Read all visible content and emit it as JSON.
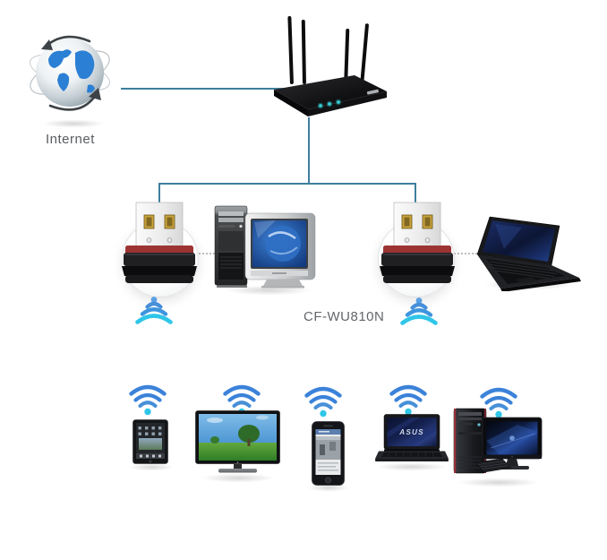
{
  "labels": {
    "internet": "Internet",
    "adapter_model": "CF-WU810N",
    "client_laptop_brand": "ASUS"
  },
  "colors": {
    "background": "#ffffff",
    "connection_line": "#3e7f9d",
    "dotted_line": "#bdbdbd",
    "wifi_arc_blue": "#3b82d9",
    "wifi_arc_light": "#478fd8",
    "wifi_dot_cyan": "#2fc6e8",
    "router_led": "#35cdd3",
    "adapter_stripe_red": "#9c3434",
    "label_text": "#5a5d60"
  },
  "diagram": {
    "type": "network-topology",
    "nodes": [
      {
        "id": "internet",
        "icon": "globe-icon",
        "label": "Internet"
      },
      {
        "id": "wireless-router",
        "icon": "router-icon",
        "antenna_count": 4,
        "led_count": 3
      },
      {
        "id": "usb-adapter-desktop",
        "icon": "usb-wifi-adapter-icon",
        "model": "CF-WU810N"
      },
      {
        "id": "desktop-pc",
        "icon": "desktop-computer-icon"
      },
      {
        "id": "usb-adapter-laptop",
        "icon": "usb-wifi-adapter-icon",
        "model": "CF-WU810N"
      },
      {
        "id": "laptop",
        "icon": "laptop-icon"
      },
      {
        "id": "tablet",
        "icon": "tablet-icon"
      },
      {
        "id": "smart-tv",
        "icon": "tv-icon"
      },
      {
        "id": "smartphone",
        "icon": "smartphone-icon"
      },
      {
        "id": "client-laptop",
        "icon": "laptop-icon",
        "screen_text": "ASUS"
      },
      {
        "id": "desktop-workstation",
        "icon": "desktop-computer-icon"
      }
    ],
    "connections": [
      {
        "from": "internet",
        "to": "wireless-router",
        "style": "solid"
      },
      {
        "from": "wireless-router",
        "to": "usb-adapter-desktop",
        "style": "solid"
      },
      {
        "from": "wireless-router",
        "to": "usb-adapter-laptop",
        "style": "solid"
      },
      {
        "from": "usb-adapter-desktop",
        "to": "desktop-pc",
        "style": "dotted"
      },
      {
        "from": "usb-adapter-laptop",
        "to": "laptop",
        "style": "dotted"
      },
      {
        "from": "usb-adapter-desktop",
        "to": "wifi-broadcast",
        "style": "wireless"
      },
      {
        "from": "usb-adapter-laptop",
        "to": "wifi-broadcast",
        "style": "wireless"
      },
      {
        "from": "wifi-broadcast",
        "to": "tablet",
        "style": "wireless"
      },
      {
        "from": "wifi-broadcast",
        "to": "smart-tv",
        "style": "wireless"
      },
      {
        "from": "wifi-broadcast",
        "to": "smartphone",
        "style": "wireless"
      },
      {
        "from": "wifi-broadcast",
        "to": "client-laptop",
        "style": "wireless"
      },
      {
        "from": "wifi-broadcast",
        "to": "desktop-workstation",
        "style": "wireless"
      }
    ]
  }
}
